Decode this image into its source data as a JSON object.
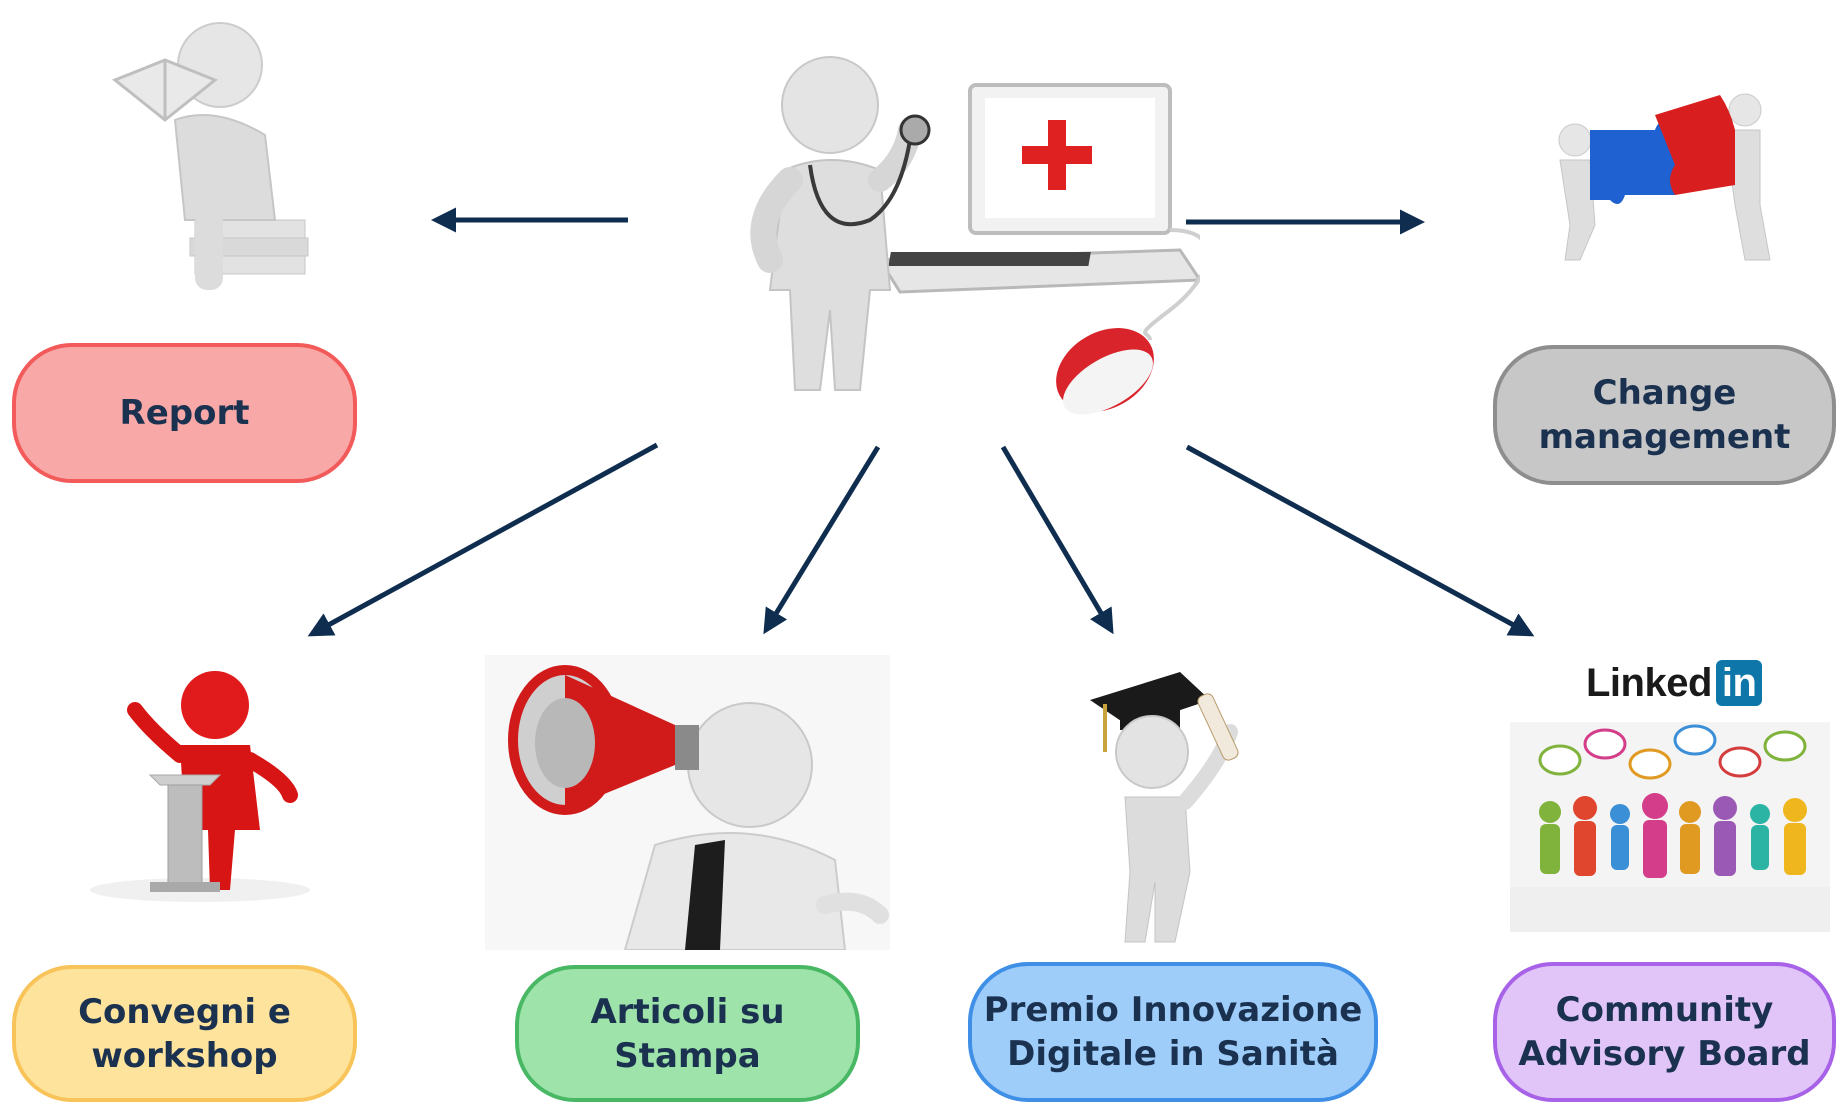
{
  "center": {
    "icon": "doctor-with-laptop"
  },
  "nodes": {
    "report": {
      "label": "Report",
      "fill": "#f9a8a8",
      "border": "#f35a5a",
      "icon": "reading-figure"
    },
    "change": {
      "label": "Change\nmanagement",
      "fill": "#c7c7c7",
      "border": "#8e8e8e",
      "icon": "puzzle-figures"
    },
    "convegni": {
      "label": "Convegni e\nworkshop",
      "fill": "#fde39b",
      "border": "#f8c45a",
      "icon": "speaker-at-podium"
    },
    "articoli": {
      "label": "Articoli su\nStampa",
      "fill": "#9ee3a9",
      "border": "#49b865",
      "icon": "megaphone-figure"
    },
    "premio": {
      "label": "Premio Innovazione\nDigitale in Sanità",
      "fill": "#9fcdfa",
      "border": "#3f8fe6",
      "icon": "graduate-figure"
    },
    "community": {
      "label": "Community\nAdvisory Board",
      "fill": "#e1c5f9",
      "border": "#a762e8",
      "icon": "speech-bubble-crowd"
    }
  },
  "linkedin": {
    "text": "Linked",
    "badge": "in"
  },
  "colors": {
    "arrow": "#0f2d4f",
    "text": "#1b3150"
  }
}
